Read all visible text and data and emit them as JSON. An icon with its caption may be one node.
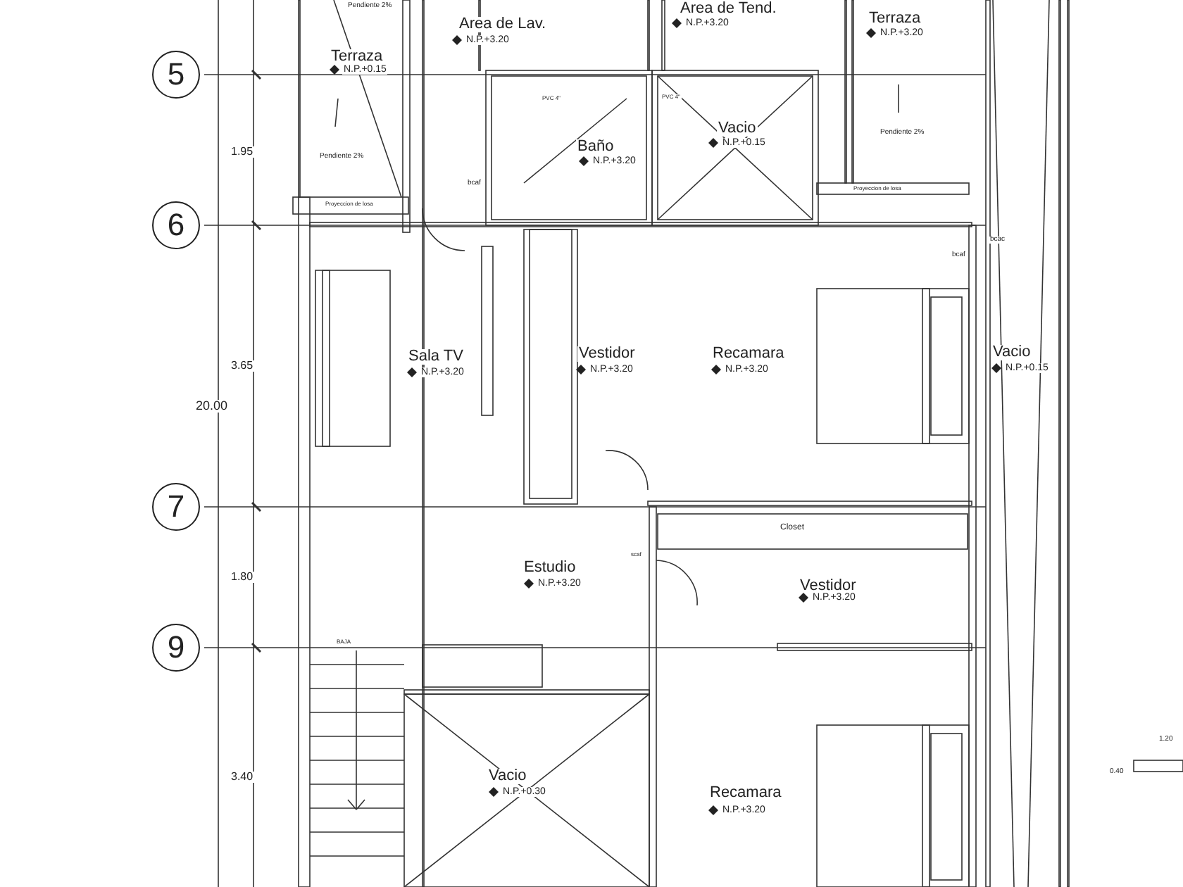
{
  "diagram": {
    "nodes": [
      {
        "text": [
          "5"
        ]
      },
      {
        "text": [
          "6"
        ]
      },
      {
        "text": [
          "7"
        ]
      },
      {
        "text": [
          "9"
        ]
      }
    ],
    "labels": [
      "Pendiente 2%",
      "Area de Lav.",
      "N.P.+3.20",
      "Area de Tend.",
      "N.P.+3.20",
      "Terraza",
      "N.P.+3.20",
      "Terraza",
      "N.P.+0.15",
      "PVC 4\"",
      "PVC 4\"",
      "Baño",
      "N.P.+3.20",
      "Vacio",
      "N.P.+0.15",
      "1.95",
      "Pendiente 2%",
      "Pendiente 2%",
      "bcaf",
      "Proyeccion de losa",
      "Proyeccion de losa",
      "bcac",
      "bcaf",
      "3.65",
      "20.00",
      "Sala TV",
      "N.P.+3.20",
      "Vestidor",
      "N.P.+3.20",
      "Recamara",
      "N.P.+3.20",
      "Vacio",
      "N.P.+0.15",
      "Closet",
      "1.80",
      "scaf",
      "Estudio",
      "N.P.+3.20",
      "Vestidor",
      "N.P.+3.20",
      "BAJA",
      "3.40",
      "Vacio",
      "N.P.+0.30",
      "Recamara",
      "N.P.+3.20",
      "1.20",
      "0.40"
    ]
  }
}
